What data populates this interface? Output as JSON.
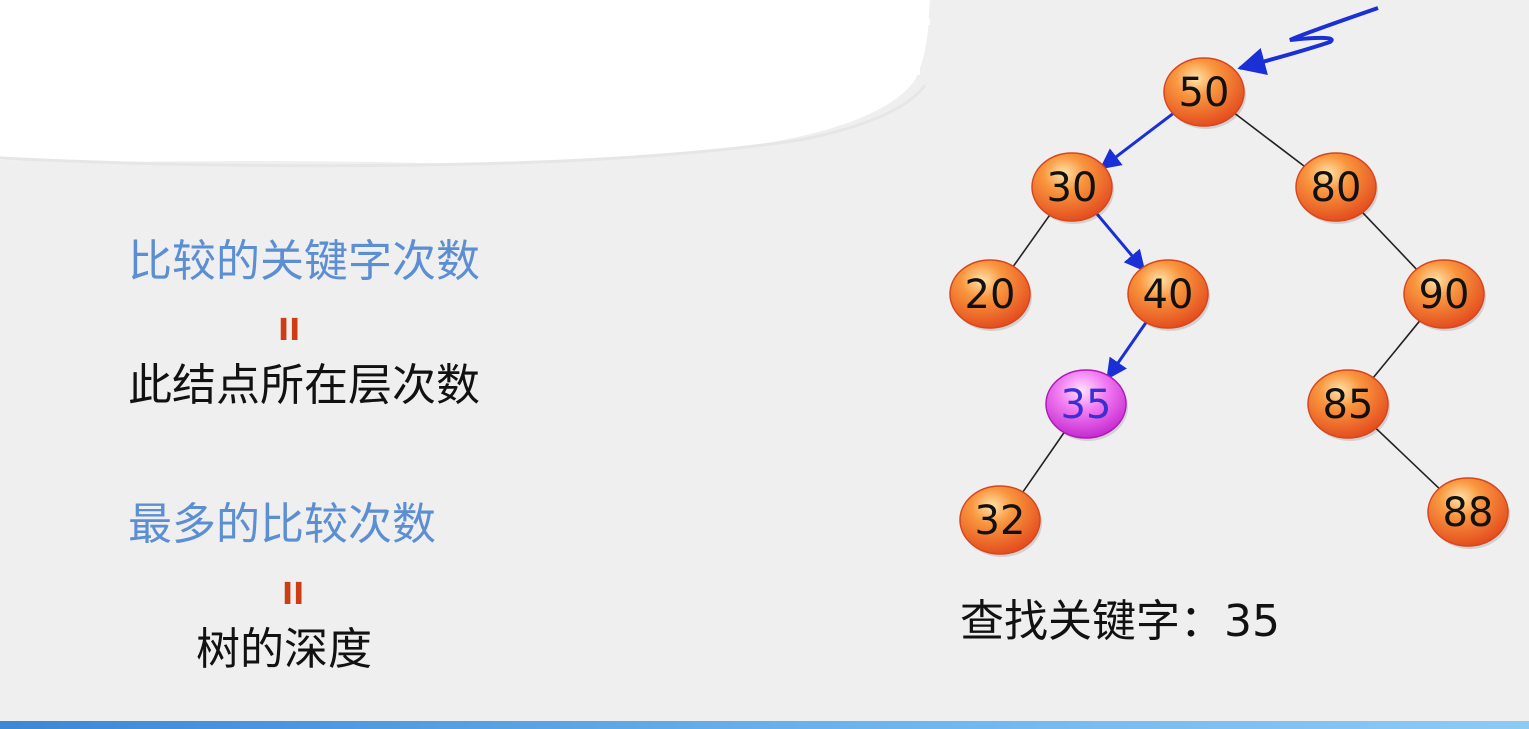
{
  "left_panel": {
    "line1": "比较的关键字次数",
    "eq1": "II",
    "line2": "此结点所在层次数",
    "line3": "最多的比较次数",
    "eq2": "II",
    "line4": "树的深度"
  },
  "search": {
    "label": "查找关键字：35"
  },
  "tree": {
    "nodes": [
      {
        "id": "n50",
        "value": "50",
        "highlight": false
      },
      {
        "id": "n30",
        "value": "30",
        "highlight": false
      },
      {
        "id": "n80",
        "value": "80",
        "highlight": false
      },
      {
        "id": "n20",
        "value": "20",
        "highlight": false
      },
      {
        "id": "n40",
        "value": "40",
        "highlight": false
      },
      {
        "id": "n90",
        "value": "90",
        "highlight": false
      },
      {
        "id": "n35",
        "value": "35",
        "highlight": true
      },
      {
        "id": "n85",
        "value": "85",
        "highlight": false
      },
      {
        "id": "n32",
        "value": "32",
        "highlight": false
      },
      {
        "id": "n88",
        "value": "88",
        "highlight": false
      }
    ],
    "edges": [
      {
        "from": "n50",
        "to": "n30",
        "search_path": true
      },
      {
        "from": "n50",
        "to": "n80",
        "search_path": false
      },
      {
        "from": "n30",
        "to": "n20",
        "search_path": false
      },
      {
        "from": "n30",
        "to": "n40",
        "search_path": true
      },
      {
        "from": "n80",
        "to": "n90",
        "search_path": false
      },
      {
        "from": "n40",
        "to": "n35",
        "search_path": true
      },
      {
        "from": "n90",
        "to": "n85",
        "search_path": false
      },
      {
        "from": "n35",
        "to": "n32",
        "search_path": false
      },
      {
        "from": "n85",
        "to": "n88",
        "search_path": false
      }
    ]
  },
  "colors": {
    "label_blue": "#5b8ed3",
    "equal_mark": "#cc3d14",
    "node_orange": "#f06a28",
    "node_highlight": "#d848e0",
    "search_arrow": "#1a2fd6",
    "highlight_text": "#3b2fd0",
    "bottom_bar": "#3a88d6"
  }
}
